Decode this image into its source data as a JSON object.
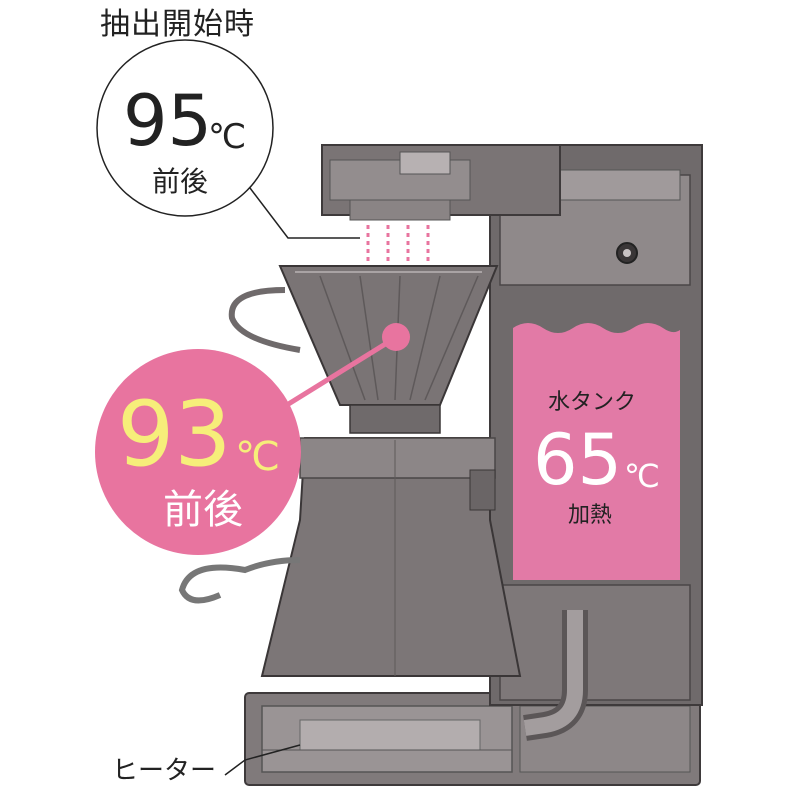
{
  "heading": "抽出開始時",
  "brew_start": {
    "value": "95",
    "unit": "℃",
    "note": "前後"
  },
  "dripper": {
    "value": "93",
    "unit": "℃",
    "note": "前後"
  },
  "tank": {
    "title": "水タンク",
    "value": "65",
    "unit": "℃",
    "note": "加熱"
  },
  "heater_label": "ヒーター",
  "colors": {
    "accent_pink": "#e8749f",
    "tank_pink": "#e27aa6",
    "highlight_yellow": "#f6ee7a",
    "machine_gray": "#6f6a6b",
    "outline": "#222222"
  }
}
